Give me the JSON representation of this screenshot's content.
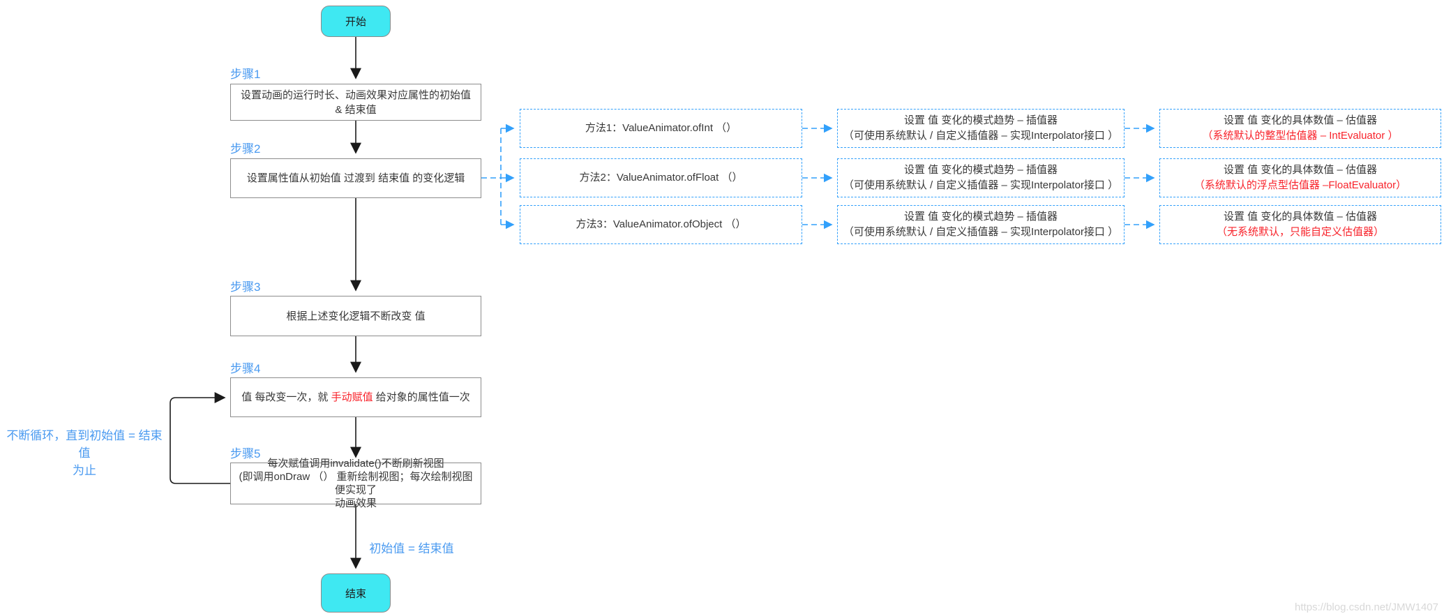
{
  "colors": {
    "terminal-fill": "#3fe8f2",
    "terminal-border": "#8a8a8a",
    "box-border": "#8c8c8c",
    "label-blue": "#4a9af0",
    "dash-blue": "#32a0fb",
    "red": "#f8232b",
    "text": "#383838",
    "watermark": "#d8d8d8"
  },
  "diagram": {
    "start_label": "开始",
    "end_label": "结束",
    "steps": [
      {
        "label": "步骤1",
        "text": "设置动画的运行时长、动画效果对应属性的初始值 & 结束值"
      },
      {
        "label": "步骤2",
        "text": "设置属性值从初始值 过渡到 结束值 的变化逻辑"
      },
      {
        "label": "步骤3",
        "text": "根据上述变化逻辑不断改变 值"
      },
      {
        "label": "步骤4",
        "text_before": "值 每改变一次，就 ",
        "text_red": "手动赋值",
        "text_after": " 给对象的属性值一次"
      },
      {
        "label": "步骤5",
        "line1": "每次赋值调用invalidate()不断刷新视图",
        "line2": "(即调用onDraw （） 重新绘制视图；每次绘制视图便实现了",
        "line3": "动画效果"
      }
    ],
    "branches": [
      {
        "method": "方法1：ValueAnimator.ofInt （）",
        "interp1": "设置 值 变化的模式趋势 – 插值器",
        "interp2": "（可使用系统默认 / 自定义插值器 – 实现Interpolator接口 ）",
        "eval1": "设置 值 变化的具体数值 – 估值器",
        "eval2": "（系统默认的整型估值器 – IntEvaluator ）"
      },
      {
        "method": "方法2：ValueAnimator.ofFloat （）",
        "interp1": "设置 值 变化的模式趋势 – 插值器",
        "interp2": "（可使用系统默认 / 自定义插值器 – 实现Interpolator接口 ）",
        "eval1": "设置 值 变化的具体数值 – 估值器",
        "eval2": "（系统默认的浮点型估值器 –FloatEvaluator）"
      },
      {
        "method": "方法3：ValueAnimator.ofObject （）",
        "interp1": "设置 值 变化的模式趋势 – 插值器",
        "interp2": "（可使用系统默认 / 自定义插值器 – 实现Interpolator接口 ）",
        "eval1": "设置 值 变化的具体数值 – 估值器",
        "eval2": "（无系统默认，只能自定义估值器）"
      }
    ],
    "loop_note_line1": "不断循环，直到初始值 = 结束值",
    "loop_note_line2": "为止",
    "end_condition": "初始值 = 结束值",
    "watermark": "https://blog.csdn.net/JMW1407"
  }
}
